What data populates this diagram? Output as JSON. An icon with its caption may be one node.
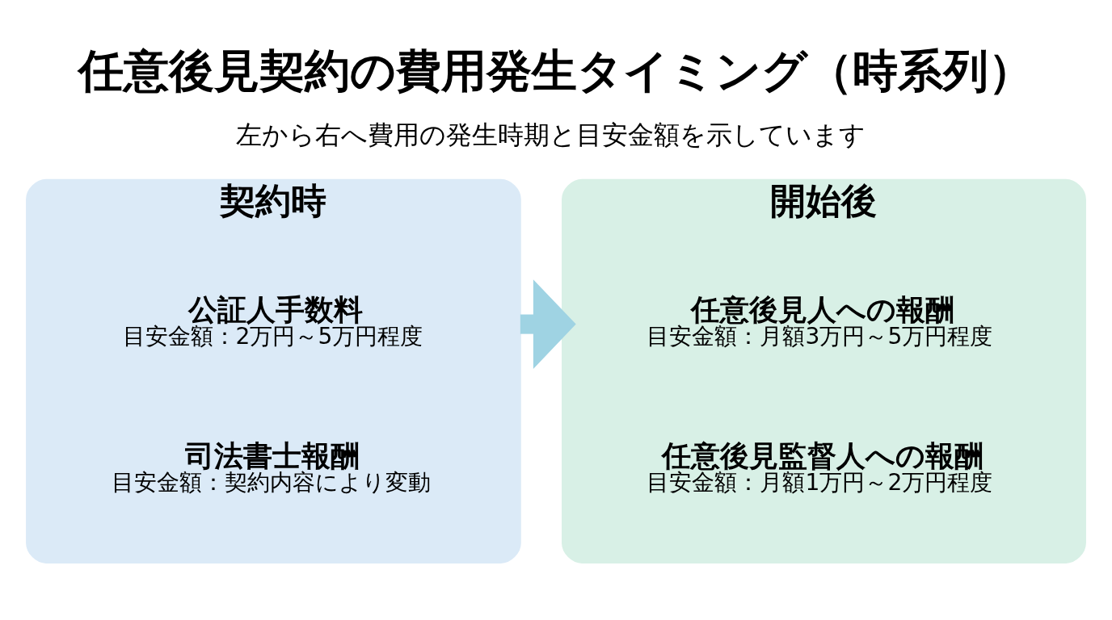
{
  "diagram": {
    "title": "任意後見契約の費用発生タイミング（時系列）",
    "nodes": [
      {
        "text": [
          "契約時"
        ]
      },
      {
        "text": [
          "公証人手数料",
          "目安金額：2万円～5万円程度"
        ],
        "in": 0
      },
      {
        "text": [
          "司法書士報酬",
          "目安金額：契約内容により変動"
        ],
        "in": 0
      },
      {
        "text": [
          "開始後"
        ]
      },
      {
        "text": [
          "任意後見人への報酬",
          "目安金額：月額3万円～5万円程度"
        ],
        "in": 3
      },
      {
        "text": [
          "任意後見監督人への報酬",
          "目安金額：月額1万円～2万円程度"
        ],
        "in": 3
      }
    ],
    "edges": [
      {
        "from": 0,
        "to": 3,
        "arrow": "to"
      }
    ],
    "labels": [
      "左から右へ費用の発生時期と目安金額を示しています"
    ]
  }
}
